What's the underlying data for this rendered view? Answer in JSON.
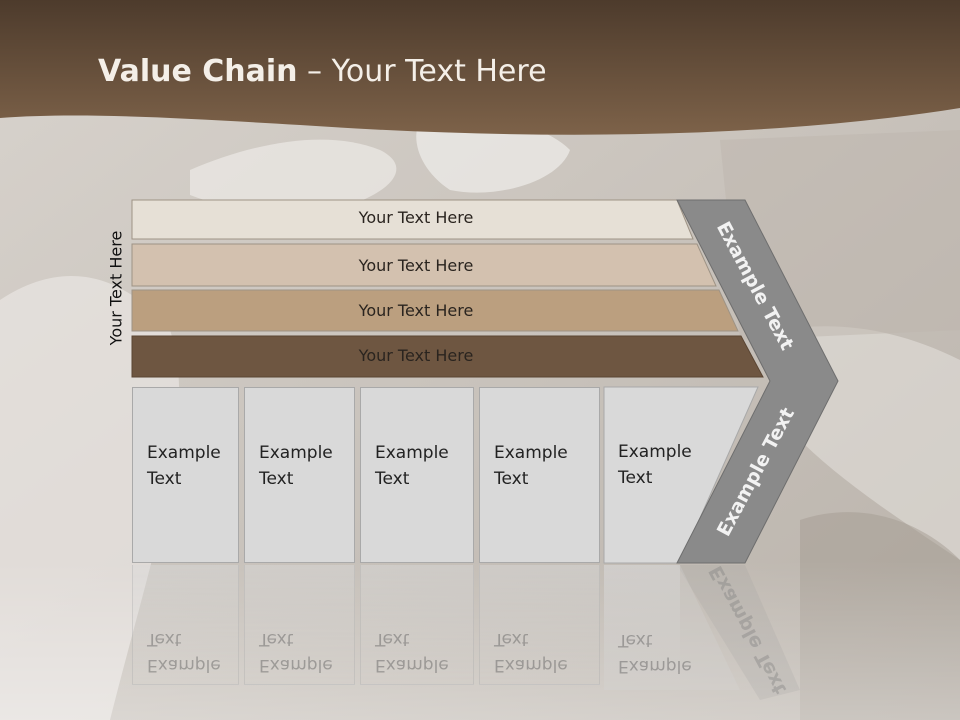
{
  "header": {
    "title_bold": "Value Chain",
    "title_rest": " – Your Text Here"
  },
  "side_label": "Your Text Here",
  "bars": [
    {
      "label": "Your Text Here",
      "color": "#e6e0d6"
    },
    {
      "label": "Your Text Here",
      "color": "#d3c1af"
    },
    {
      "label": "Your Text Here",
      "color": "#bb9f7f"
    },
    {
      "label": "Your Text Here",
      "color": "#6e5641"
    }
  ],
  "boxes": [
    {
      "line1": "Example",
      "line2": "Text"
    },
    {
      "line1": "Example",
      "line2": "Text"
    },
    {
      "line1": "Example",
      "line2": "Text"
    },
    {
      "line1": "Example",
      "line2": "Text"
    },
    {
      "line1": "Example",
      "line2": "Text"
    }
  ],
  "chevron": {
    "top_label": "Example Text",
    "bottom_label": "Example Text",
    "color": "#8a8a8a"
  }
}
